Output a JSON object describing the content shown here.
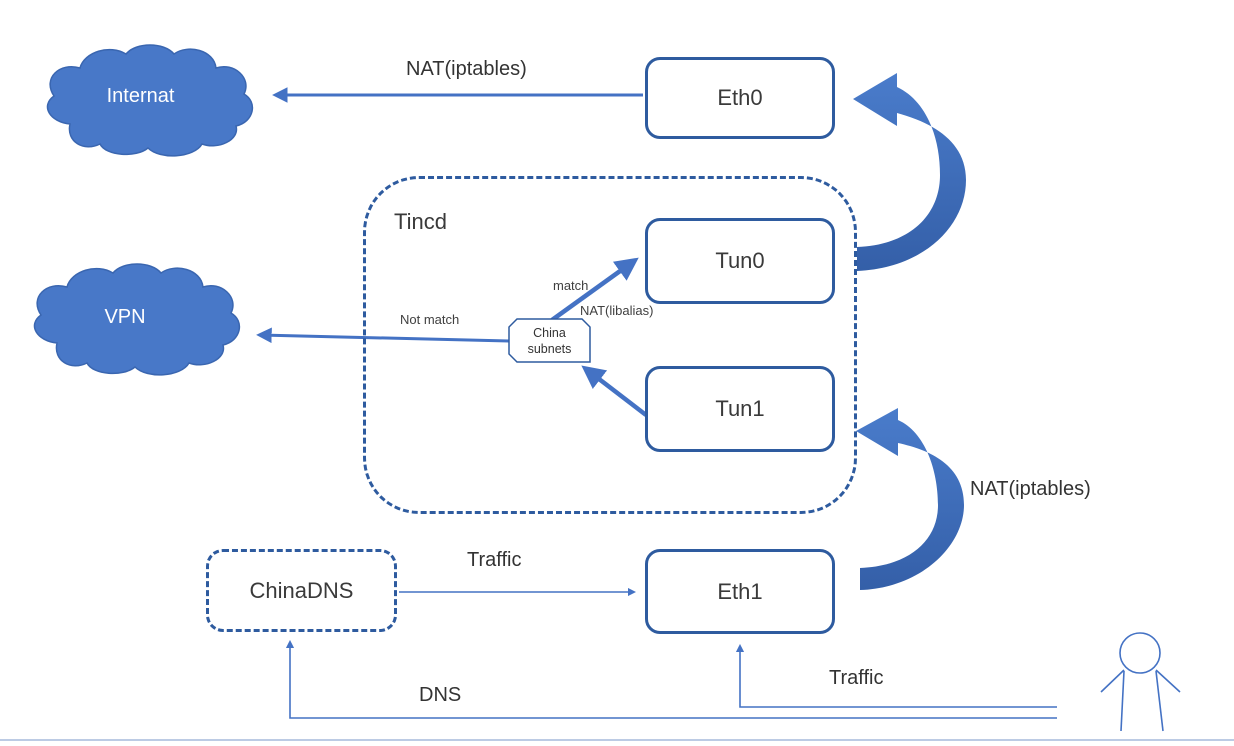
{
  "colors": {
    "accent": "#4472c4",
    "node_border": "#2e5b9f",
    "cloud_fill": "#4878c8",
    "cloud_stroke": "#3a66b0",
    "curved_arrow_light": "#4a7ccb",
    "curved_arrow_dark": "#345fa8",
    "text": "#3a3a3a"
  },
  "clouds": [
    {
      "label": "Internat"
    },
    {
      "label": "VPN"
    }
  ],
  "nodes": {
    "eth0": {
      "label": "Eth0"
    },
    "tun0": {
      "label": "Tun0"
    },
    "tun1": {
      "label": "Tun1"
    },
    "eth1": {
      "label": "Eth1"
    },
    "tincd": {
      "label": "Tincd"
    },
    "chinadns": {
      "label": "ChinaDNS"
    },
    "china_subnets": {
      "line1": "China",
      "line2": "subnets"
    }
  },
  "edge_labels": {
    "nat_iptables_top": "NAT(iptables)",
    "nat_iptables_right": "NAT(iptables)",
    "match": "match",
    "nat_libalias": "NAT(libalias)",
    "not_match": "Not match",
    "traffic_mid": "Traffic",
    "traffic_bottom": "Traffic",
    "dns": "DNS"
  }
}
